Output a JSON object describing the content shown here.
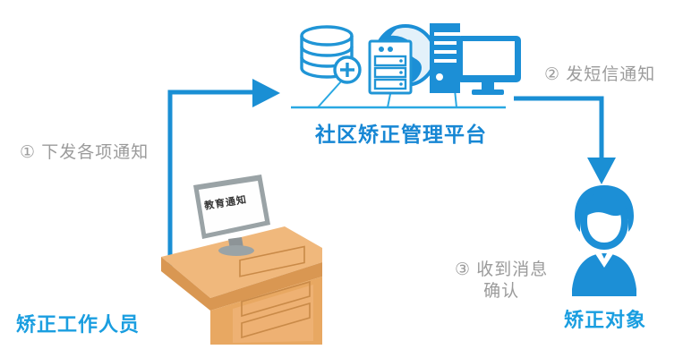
{
  "diagram": {
    "title_platform": "社区矫正管理平台",
    "actors": {
      "left": "矫正工作人员",
      "right": "矫正对象"
    },
    "steps": [
      {
        "id": "step-1",
        "marker": "①",
        "text": "① 下发各项通知"
      },
      {
        "id": "step-2",
        "marker": "②",
        "text": "② 发短信通知"
      },
      {
        "id": "step-3",
        "marker": "③",
        "line1": "③ 收到消息",
        "line2": "确认"
      }
    ],
    "monitor_screen_text": "教育通知",
    "icons": [
      {
        "name": "database-icon",
        "label": "database"
      },
      {
        "name": "server-rack-icon",
        "label": "server"
      },
      {
        "name": "globe-icon",
        "label": "globe"
      },
      {
        "name": "desktop-computer-icon",
        "label": "desktop"
      },
      {
        "name": "person-icon",
        "label": "person"
      }
    ],
    "colors": {
      "accent_blue": "#1a9ee0",
      "deep_blue": "#1787d4",
      "icon_blue": "#1c8fd6",
      "icon_cyan": "#2ab0e4",
      "arrow_blue": "#1a8fd4",
      "gray_text": "#9b9b9b",
      "uniform_navy": "#2b3a7a",
      "desk_wood": "#e3a86a",
      "chair_gray": "#4c5452",
      "book_teal": "#57c4cd",
      "background": "#ffffff"
    }
  }
}
